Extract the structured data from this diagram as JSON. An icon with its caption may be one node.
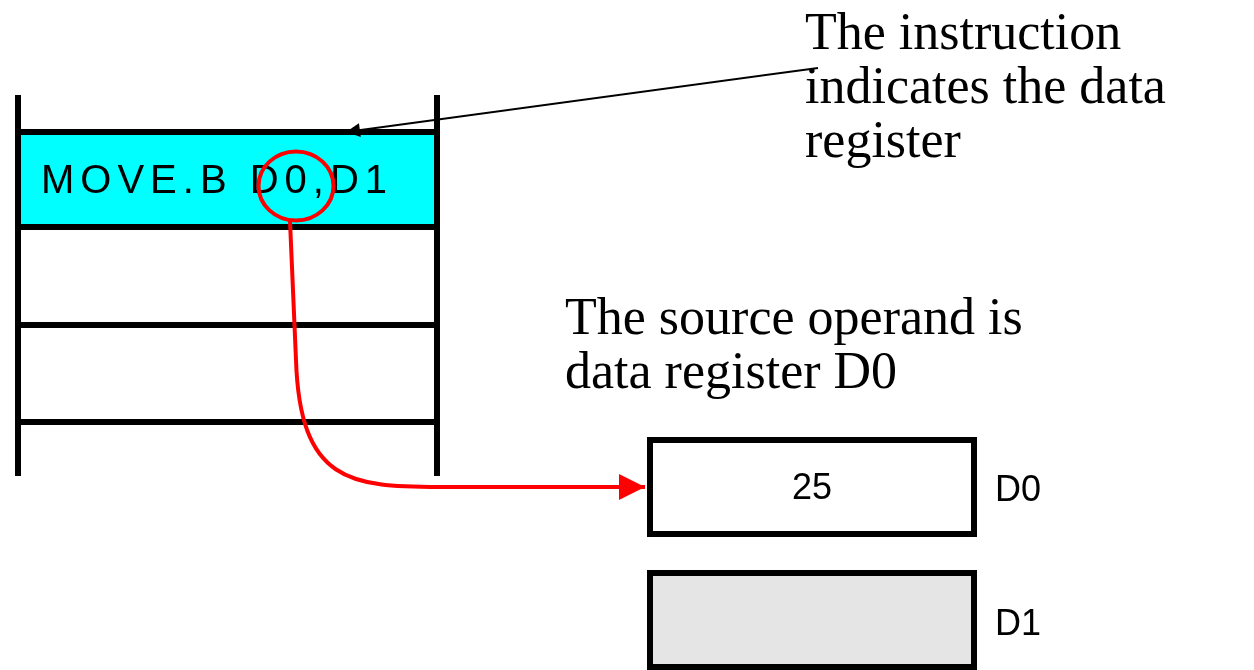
{
  "diagram": {
    "nodes": [
      {
        "text": [
          "MOVE.B D0,D1"
        ]
      },
      {
        "text": [],
        "shape": "circle",
        "in": 0
      },
      {
        "text": [
          "The instruction indicates the data register"
        ]
      },
      {
        "text": [
          "25"
        ],
        "beside": [
          "D0"
        ]
      },
      {
        "text": [],
        "shape": "box",
        "beside": [
          "D1"
        ]
      }
    ],
    "edges": [
      {
        "from": 2,
        "to": 0,
        "arrow": "to"
      },
      {
        "from": 1,
        "to": 3,
        "arrow": "to",
        "color": "#ff0000",
        "style": "thick"
      }
    ],
    "labels": [
      "The source operand is data register D0"
    ]
  }
}
